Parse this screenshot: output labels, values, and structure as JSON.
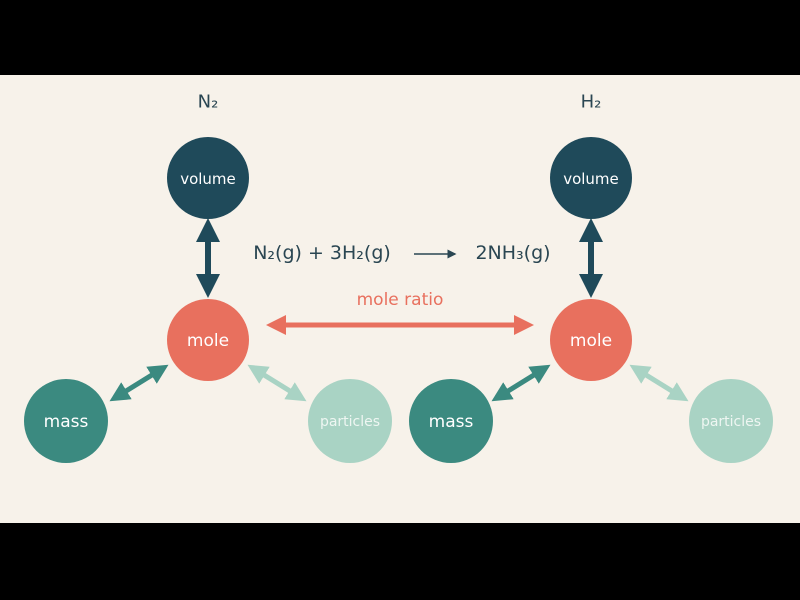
{
  "left_species": {
    "label": "N₂",
    "nodes": {
      "volume": "volume",
      "mole": "mole",
      "mass": "mass",
      "particles": "particles"
    }
  },
  "right_species": {
    "label": "H₂",
    "nodes": {
      "volume": "volume",
      "mole": "mole",
      "mass": "mass",
      "particles": "particles"
    }
  },
  "equation": {
    "left": "N₂(g) + 3H₂(g)",
    "right": "2NH₃(g)"
  },
  "ratio_label": "mole ratio",
  "colors": {
    "background": "#f7f2ea",
    "volume": "#1f4a5a",
    "mole": "#e8705e",
    "mass": "#3b8a80",
    "particles": "#a9d3c4",
    "text_dark": "#2a4652"
  }
}
